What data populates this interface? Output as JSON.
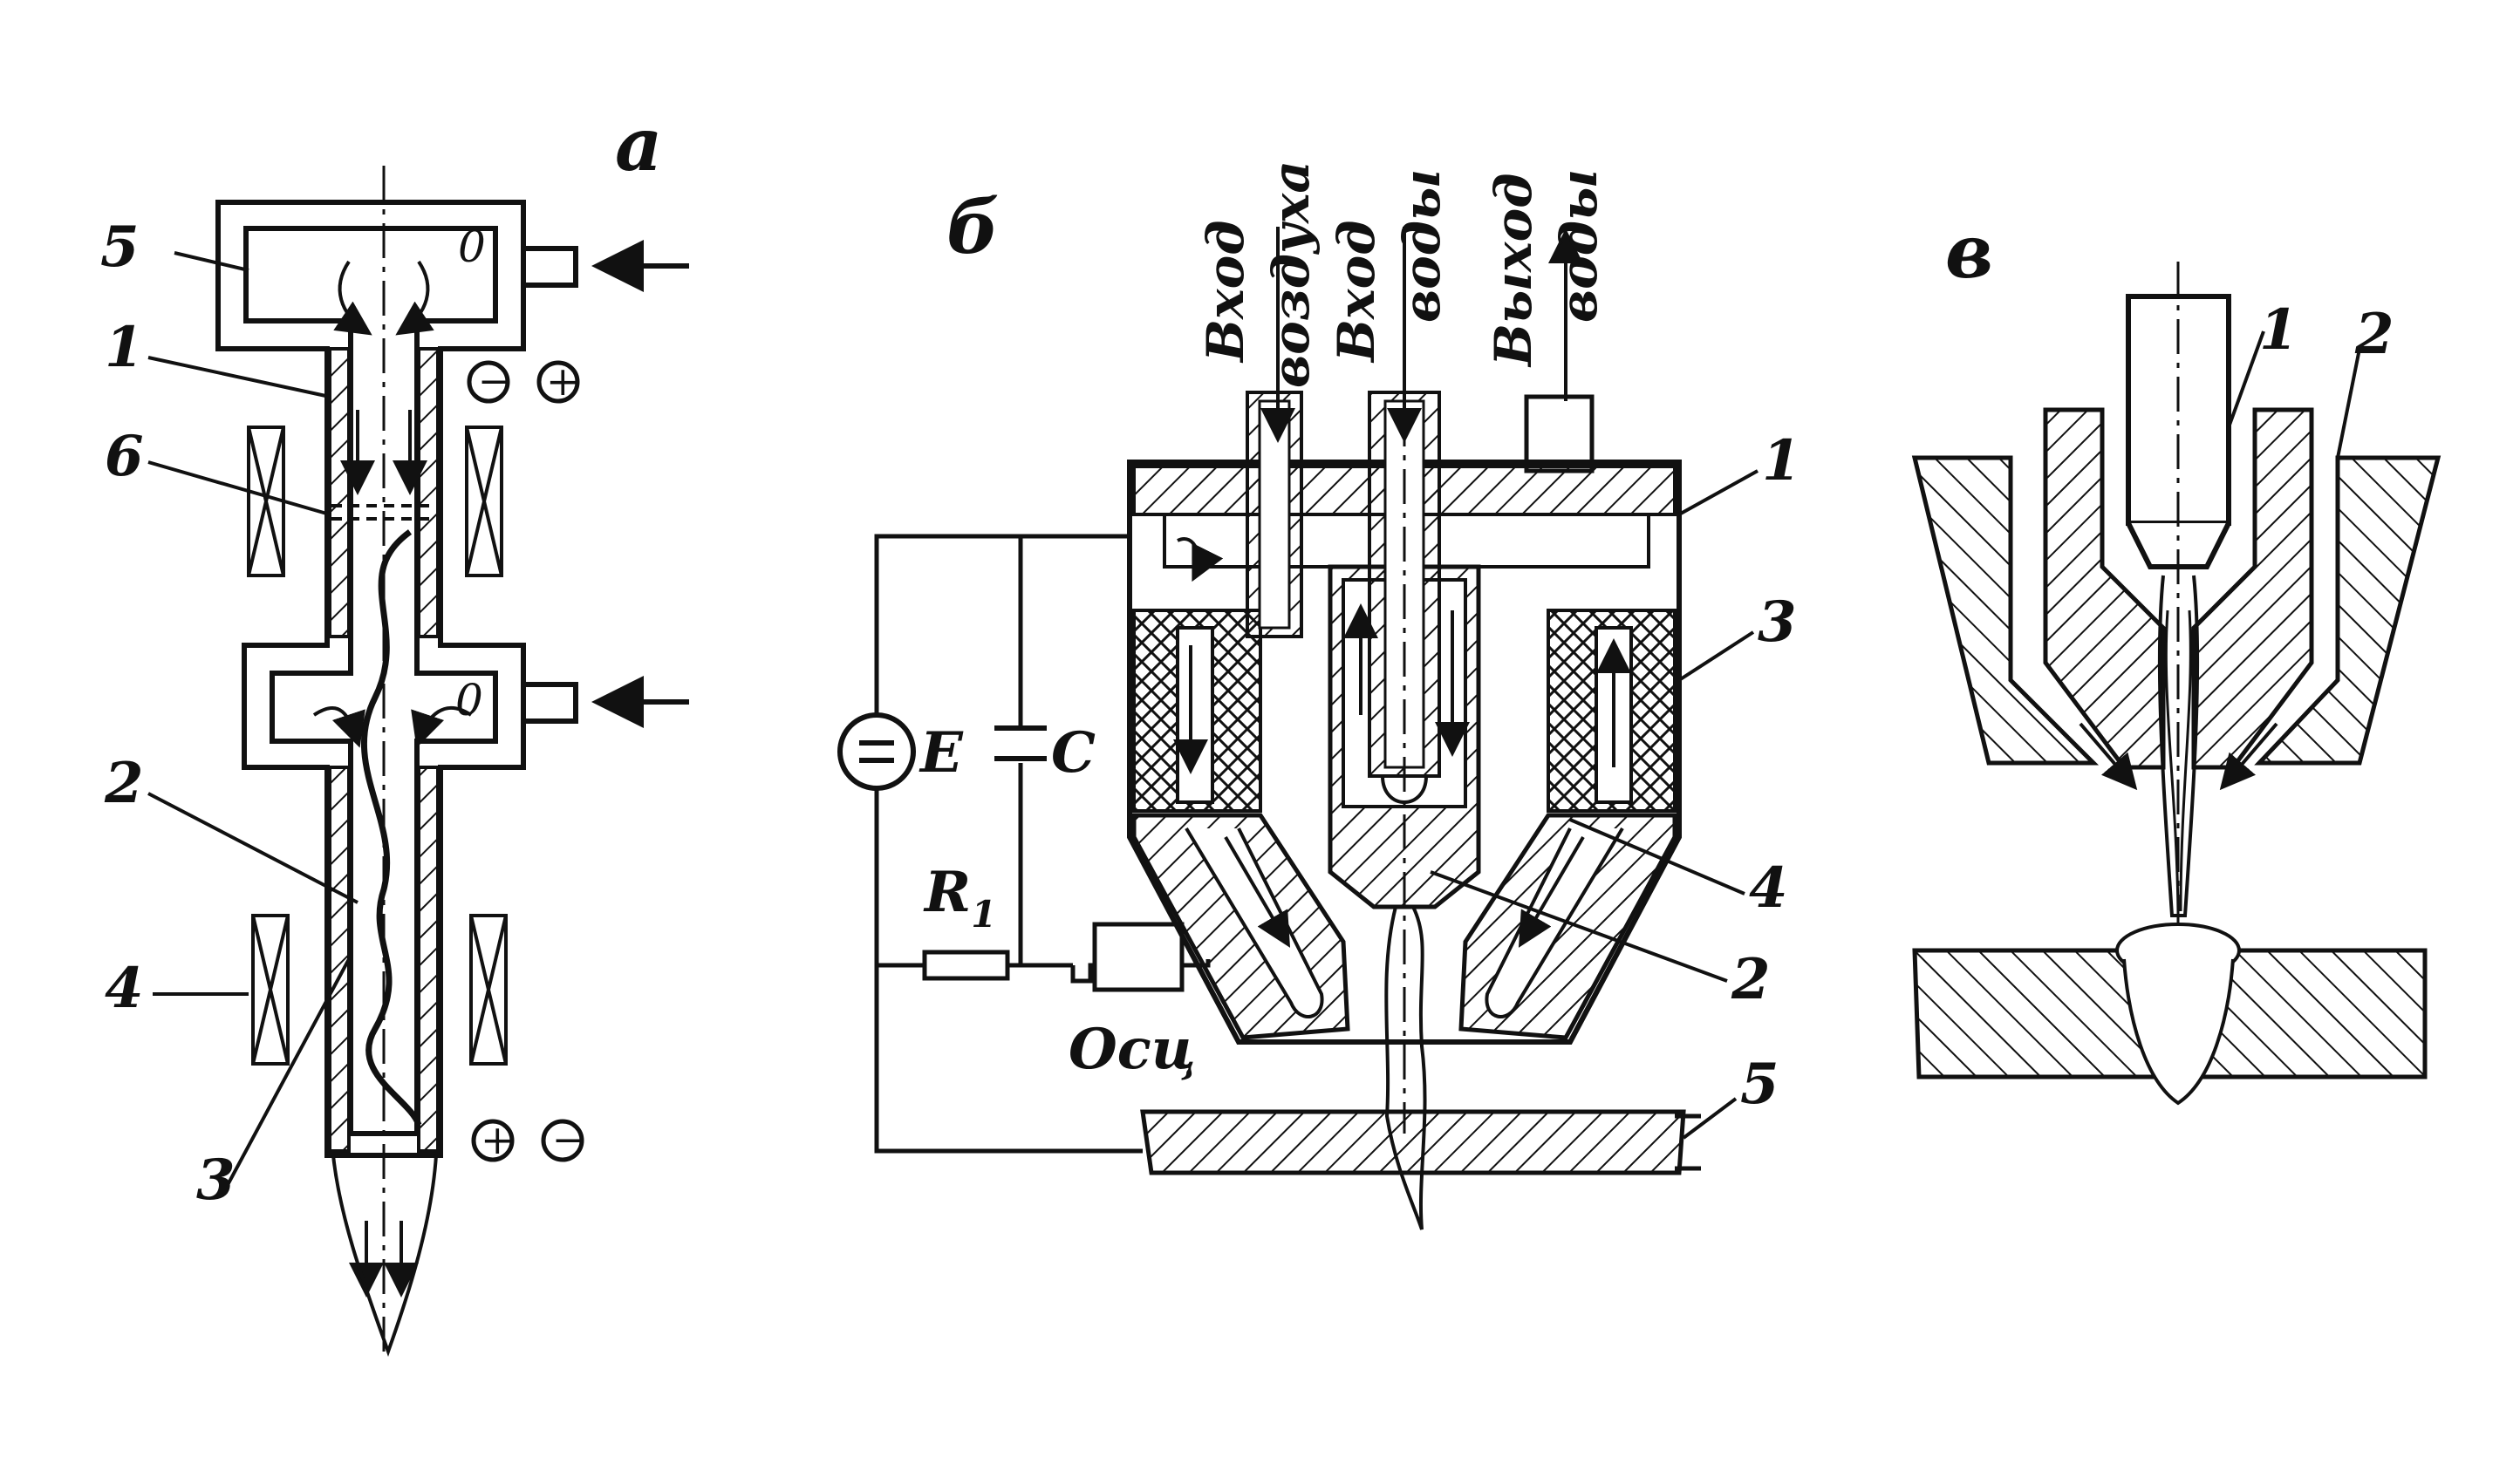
{
  "panels": {
    "a": {
      "label": "а",
      "parts": [
        "5",
        "1",
        "6",
        "2",
        "4",
        "3"
      ],
      "signs": {
        "top_minus": "−",
        "top_plus": "+",
        "bottom_plus": "+",
        "bottom_minus": "−"
      },
      "ports": {
        "upper": "0",
        "lower": "0"
      }
    },
    "b": {
      "label": "б",
      "inlets": {
        "air_in": "Вход",
        "air_word": "воздуха",
        "water_in": "Вход",
        "water_word": "воды",
        "water_out": "Выход",
        "water_out_word": "воды"
      },
      "circuit": {
        "source": "E",
        "capacitor": "C",
        "resistor": "R",
        "resistor_sub": "1",
        "oscillator": "Осц"
      },
      "parts": [
        "1",
        "3",
        "4",
        "2",
        "5"
      ]
    },
    "c": {
      "label": "в",
      "parts": [
        "1",
        "2"
      ]
    }
  },
  "colors": {
    "ink": "#111111",
    "paper": "#ffffff"
  }
}
